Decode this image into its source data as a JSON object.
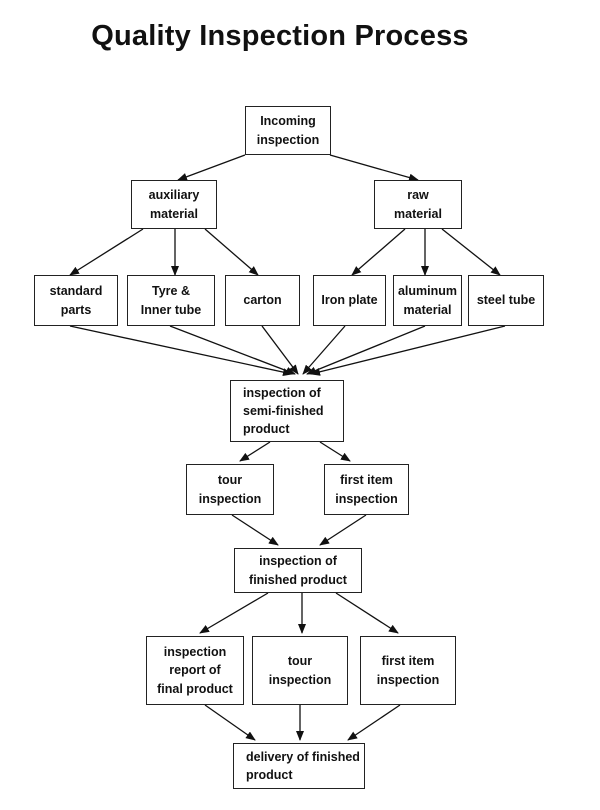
{
  "title": "Quality Inspection Process",
  "nodes": {
    "incoming": "Incoming\ninspection",
    "auxiliary": "auxiliary\nmaterial",
    "raw": "raw\nmaterial",
    "standard_parts": "standard\nparts",
    "tyre": "Tyre &\nInner tube",
    "carton": "carton",
    "iron_plate": "Iron plate",
    "aluminum": "aluminum\nmaterial",
    "steel_tube": "steel tube",
    "semi_finished": "inspection of\nsemi-finished\nproduct",
    "tour_1": "tour\ninspection",
    "first_item_1": "first item\ninspection",
    "finished": "inspection of\nfinished product",
    "final_report": "inspection\nreport of\nfinal product",
    "tour_2": "tour\ninspection",
    "first_item_2": "first item\ninspection",
    "delivery": "delivery of finished\nproduct"
  }
}
